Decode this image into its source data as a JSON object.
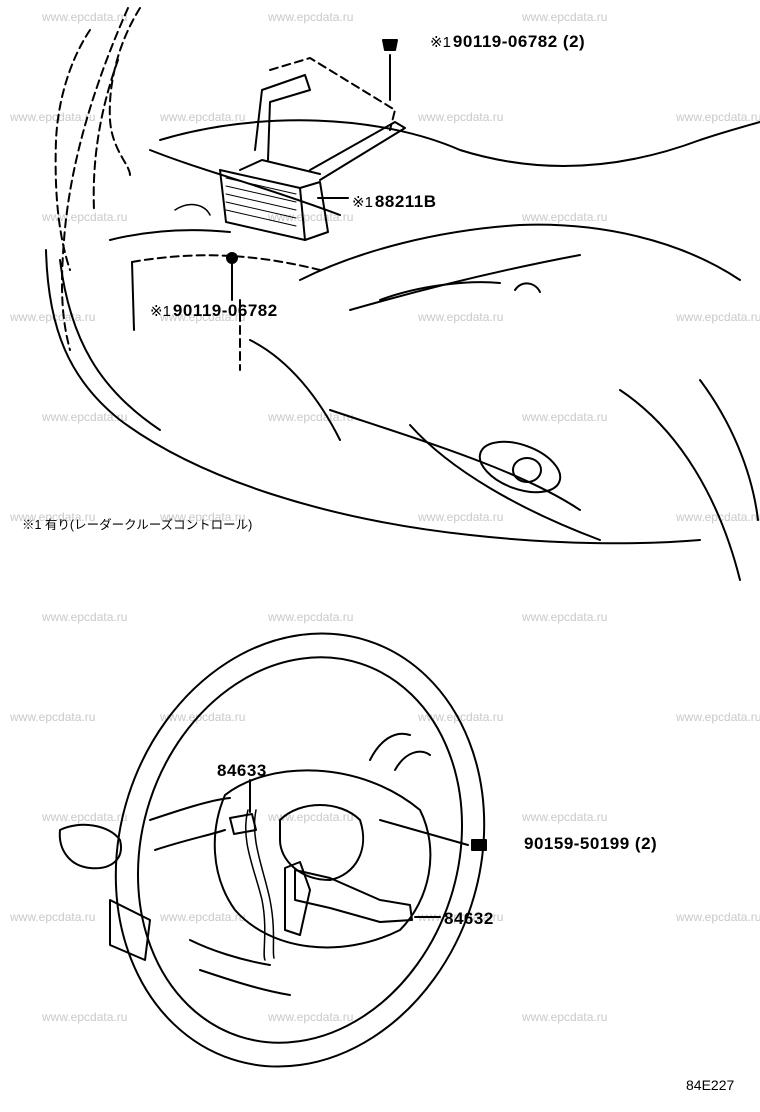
{
  "watermark": "www.epcdata.ru",
  "callouts": {
    "bolt_top": {
      "mark": "※1",
      "part": "90119-06782 (2)"
    },
    "radar_sensor": {
      "mark": "※1",
      "part": "88211B"
    },
    "bolt_lower": {
      "mark": "※1",
      "part": "90119-06782"
    },
    "switch_left": {
      "part": "84633"
    },
    "screw": {
      "part": "90159-50199 (2)"
    },
    "switch_right": {
      "part": "84632"
    }
  },
  "footnote": "※1 有り(レーダークルーズコントロール)",
  "diagram_code": "84E227"
}
